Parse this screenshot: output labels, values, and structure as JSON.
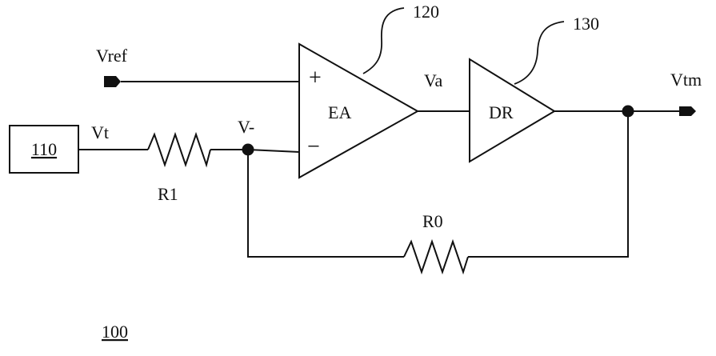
{
  "diagram": {
    "labels": {
      "vref": "Vref",
      "vt": "Vt",
      "vminus": "V-",
      "va": "Va",
      "vtm": "Vtm",
      "r1": "R1",
      "r0": "R0",
      "ea": "EA",
      "dr": "DR",
      "plus": "+",
      "minus": "−"
    },
    "refs": {
      "block_110": "110",
      "ref_120": "120",
      "ref_130": "130",
      "ref_100": "100"
    }
  }
}
